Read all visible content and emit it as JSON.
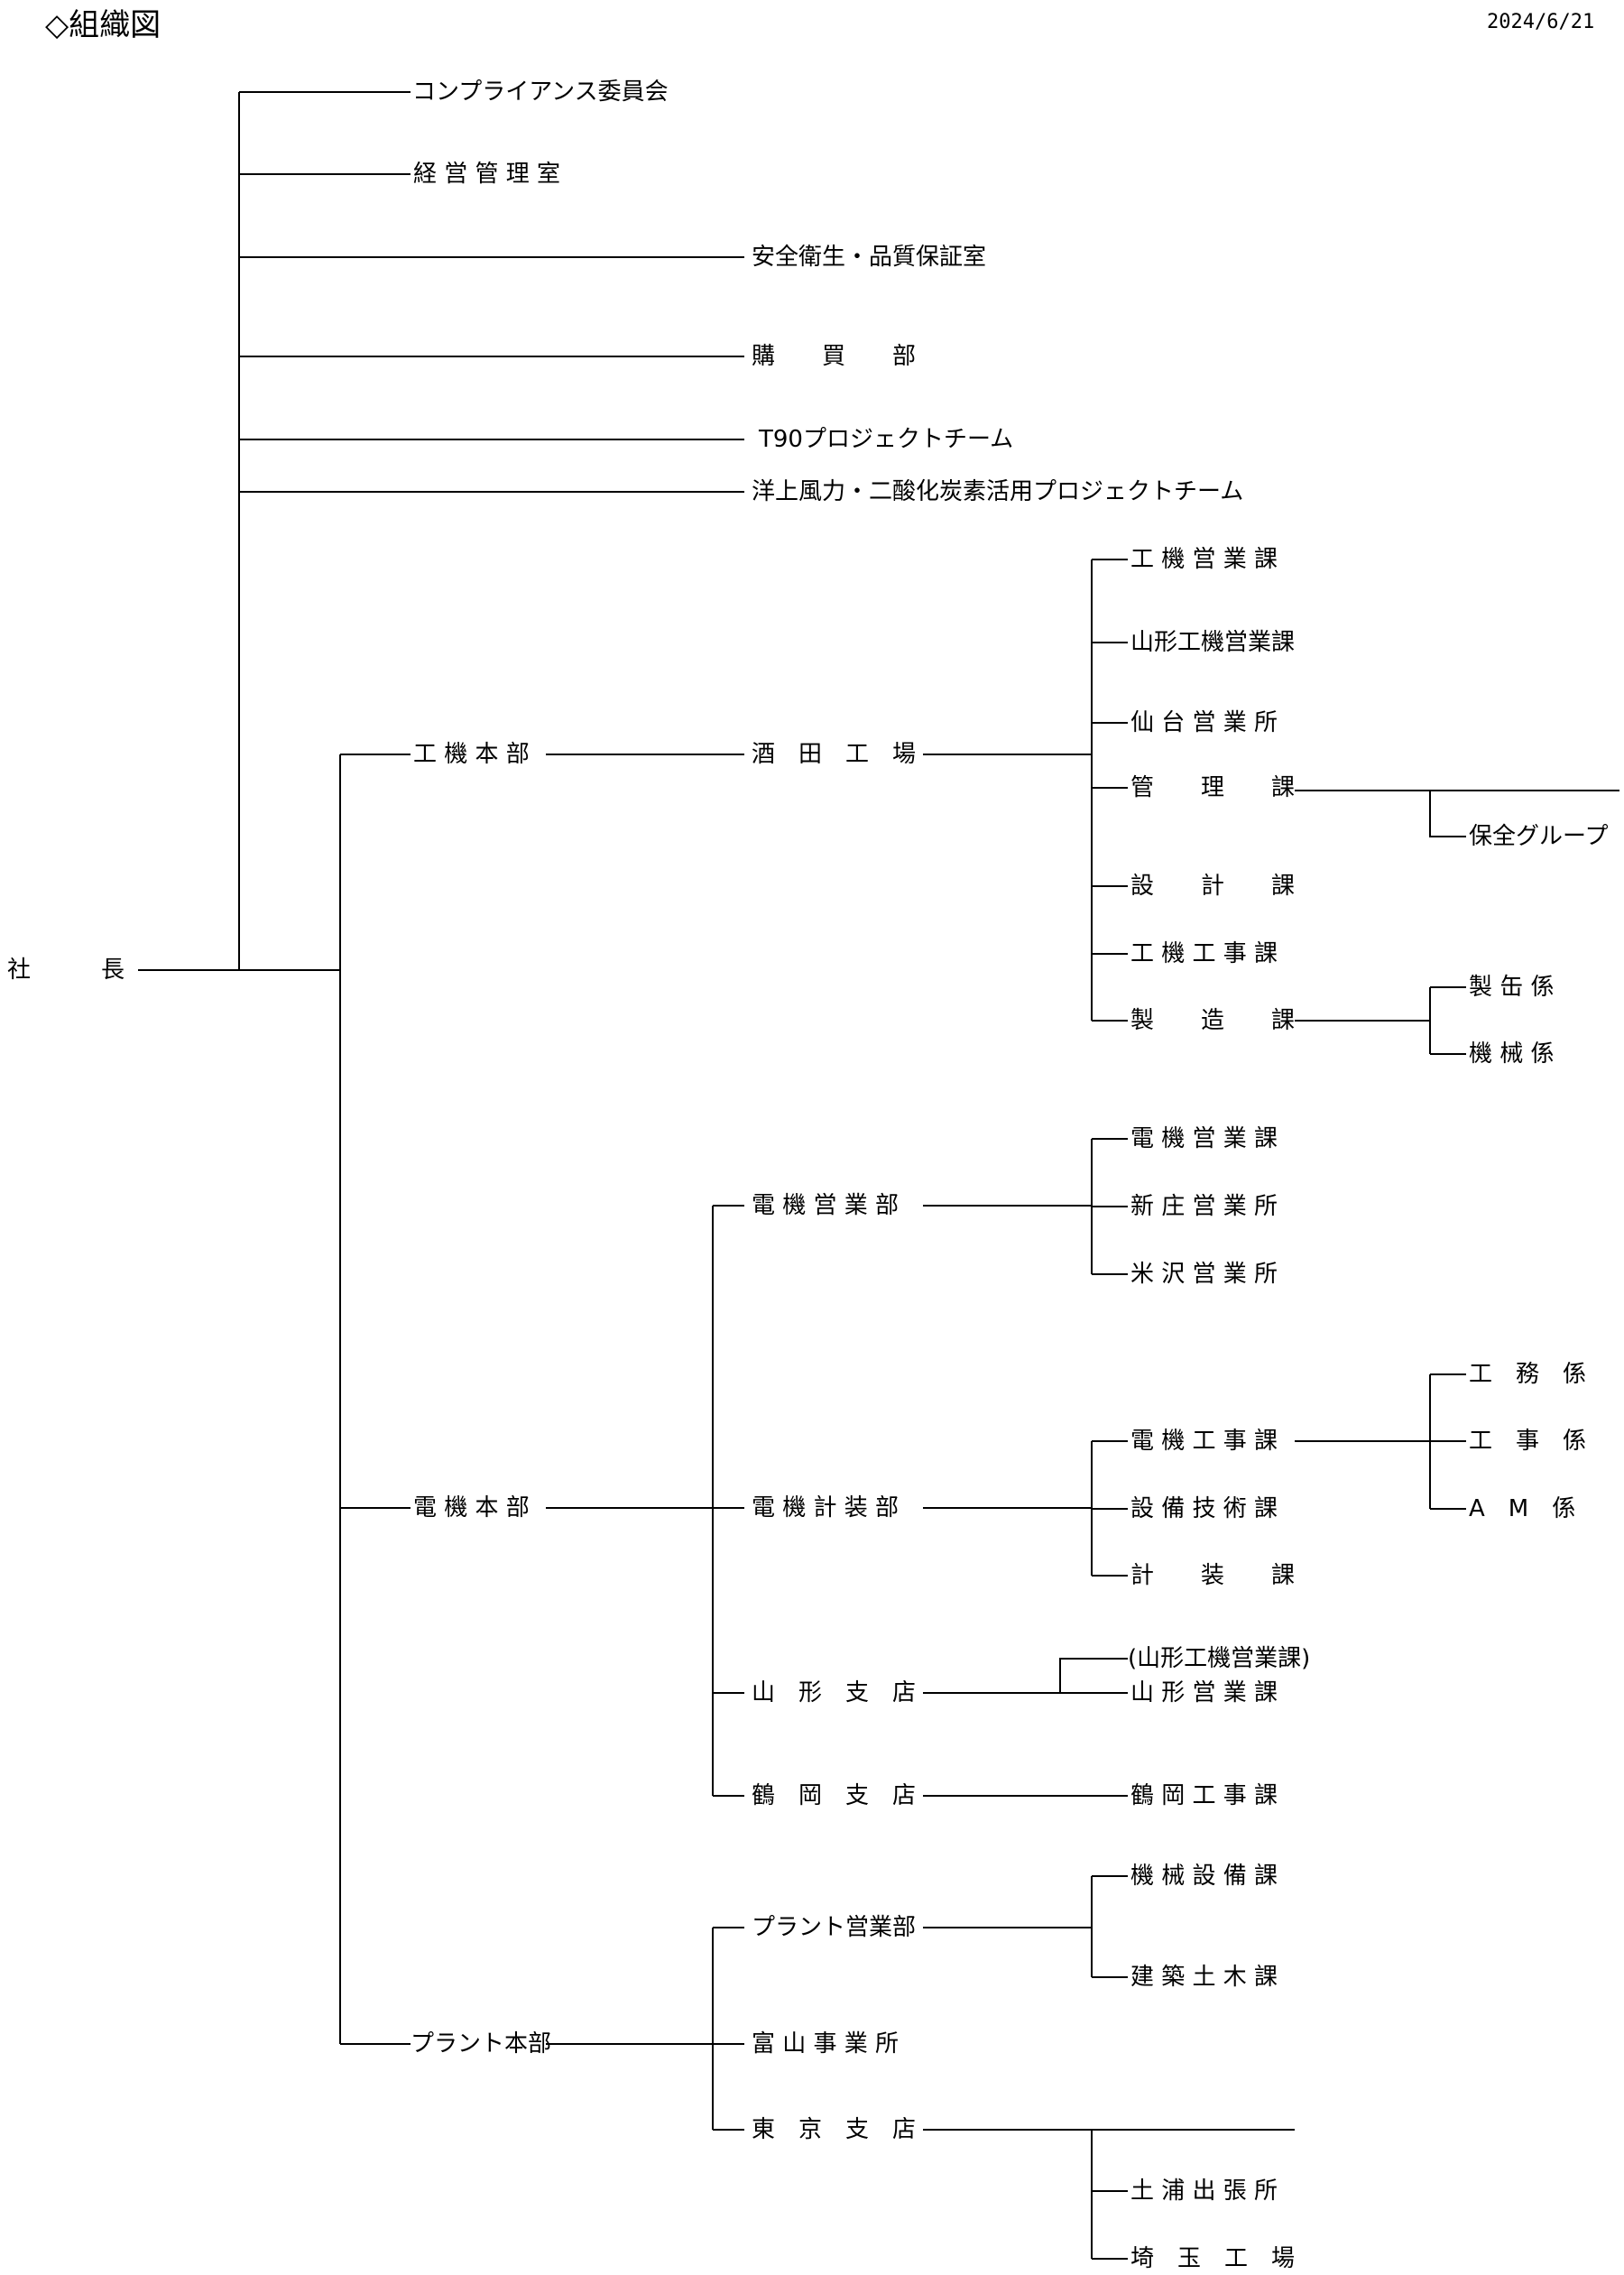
{
  "header": {
    "title": "◇組織図",
    "date": "2024/6/21"
  },
  "org": {
    "president": "社　　　長",
    "staff": {
      "compliance": "コンプライアンス委員会",
      "management_office": "経 営 管 理 室",
      "safety_quality": "安全衛生・品質保証室",
      "purchasing": "購　　買　　部",
      "t90_project": "T90プロジェクトチーム",
      "offshore_project": "洋上風力・二酸化炭素活用プロジェクトチーム"
    },
    "koki": {
      "hq": "工 機 本 部",
      "sakata": "酒　田　工　場",
      "sales": "工 機 営 業 課",
      "yamagata_sales": "山形工機営業課",
      "sendai": "仙 台 営 業 所",
      "admin": "管　　理　　課",
      "maintenance_group": "保全グループ",
      "design": "設　　計　　課",
      "construction": "工 機 工 事 課",
      "manufacturing": "製　　造　　課",
      "can_section": "製 缶 係",
      "machine_section": "機 械 係"
    },
    "denki": {
      "hq": "電 機 本 部",
      "sales_dept": "電 機 営 業 部",
      "sales_div": "電 機 営 業 課",
      "shinjo": "新 庄 営 業 所",
      "yonezawa": "米 沢 営 業 所",
      "instr_dept": "電 機 計 装 部",
      "construction": "電 機 工 事 課",
      "works_section": "工　務　係",
      "construction_section": "工　事　係",
      "am_section": "A　M　係",
      "equipment_tech": "設 備 技 術 課",
      "instrumentation": "計　　装　　課",
      "yamagata_branch": "山　形　支　店",
      "yamagata_koki_note": "(山形工機営業課)",
      "yamagata_sales": "山 形 営 業 課",
      "tsuruoka_branch": "鶴　岡　支　店",
      "tsuruoka_construction": "鶴 岡 工 事 課"
    },
    "plant": {
      "hq": "プラント本部",
      "sales_dept": "プラント営業部",
      "machine_equipment": "機 械 設 備 課",
      "building_civil": "建 築 土 木 課",
      "toyama": "富 山 事 業 所",
      "tokyo_branch": "東　京　支　店",
      "tsuchiura": "土 浦 出 張 所",
      "saitama_factory": "埼　玉　工　場"
    }
  }
}
